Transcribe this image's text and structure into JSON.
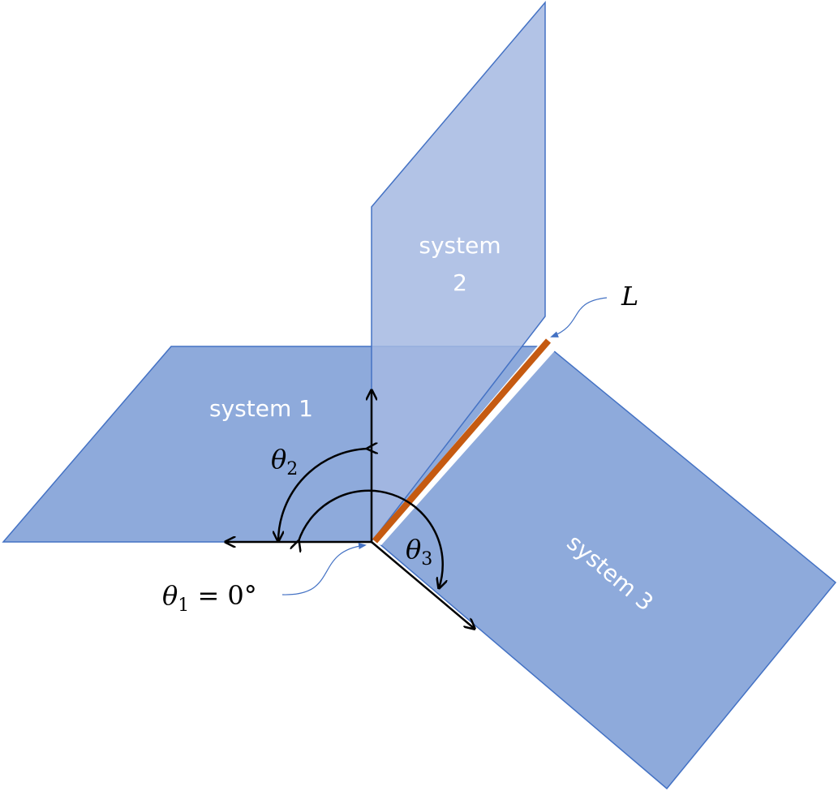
{
  "labels": {
    "system1": "system 1",
    "system2_line1": "system",
    "system2_line2": "2",
    "system3": "system 3",
    "L": "L",
    "theta": "θ",
    "theta1_sub": "1",
    "theta1_rest": " = 0°",
    "theta2_sub": "2",
    "theta3_sub": "3"
  },
  "colors": {
    "plane_fill": "#8eaadb",
    "plane_fill_light": "#a5b8e2",
    "plane_stroke": "#4472c4",
    "interface_line": "#c55a11",
    "arrow": "#000000",
    "callout": "#4472c4"
  }
}
